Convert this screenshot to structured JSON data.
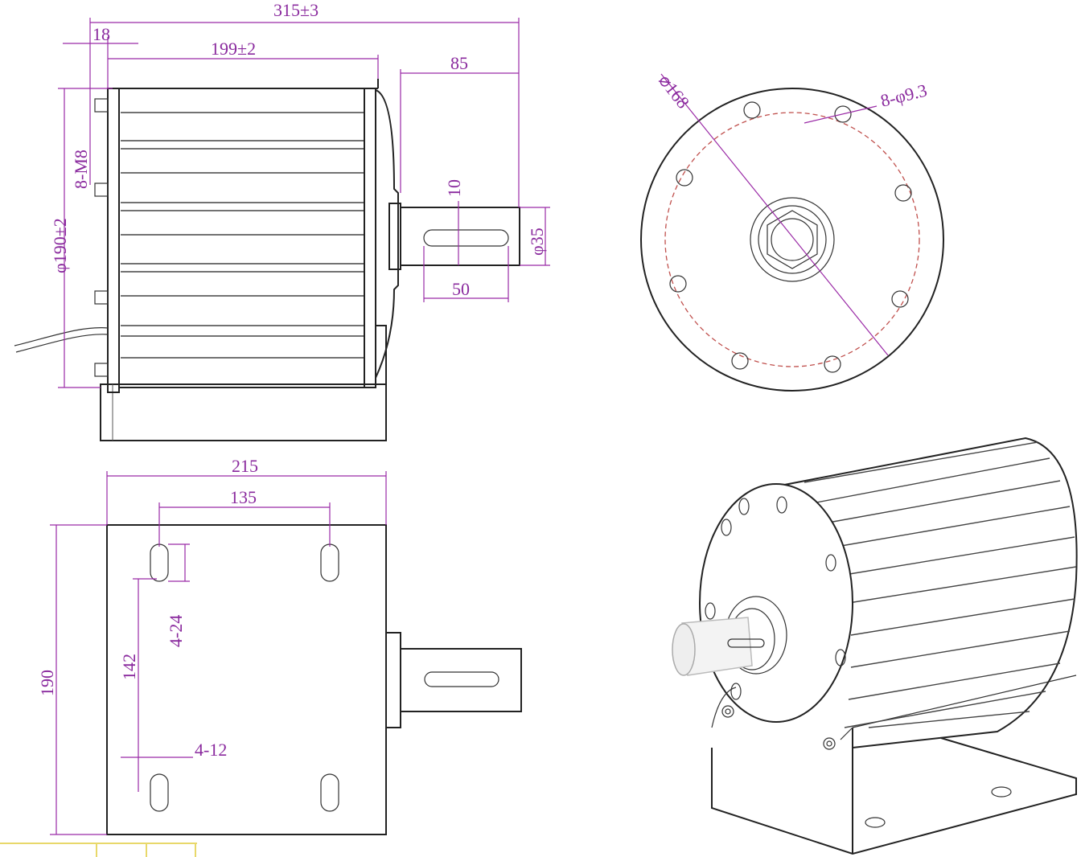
{
  "dimensions": {
    "overall_length": "315±3",
    "flange_offset": "18",
    "body_length": "199±2",
    "shaft_length": "85",
    "body_diameter": "φ190±2",
    "end_bolts": "8-M8",
    "key_width": "10",
    "shaft_diameter": "φ35",
    "key_length": "50",
    "pcd": "⌀168",
    "flange_holes": "8-φ9.3",
    "base_width": "215",
    "slot_spacing_x": "135",
    "base_height": "190",
    "slot_spacing_y": "142",
    "slot_length": "4-24",
    "slot_width": "4-12"
  },
  "colors": {
    "dimension": "#8a2a9e",
    "pitch_circle": "#c0504d",
    "outline": "#222222"
  }
}
